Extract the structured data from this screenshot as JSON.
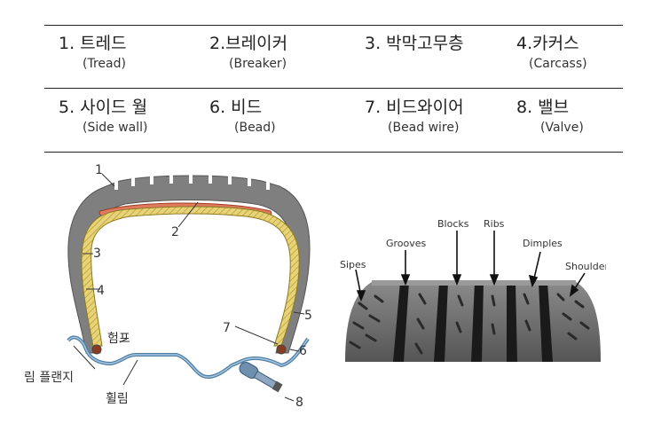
{
  "legend": [
    {
      "name": "1. 트레드",
      "en": "(Tread)"
    },
    {
      "name": "2.브레이커",
      "en": "(Breaker)"
    },
    {
      "name": "3. 박막고무층",
      "en": ""
    },
    {
      "name": "4.카커스",
      "en": "(Carcass)"
    },
    {
      "name": "5. 사이드 월",
      "en": "(Side wall)"
    },
    {
      "name": "6. 비드",
      "en": "(Bead)"
    },
    {
      "name": "7. 비드와이어",
      "en": "(Bead wire)"
    },
    {
      "name": "8. 밸브",
      "en": "(Valve)"
    }
  ],
  "cross_section": {
    "numbers": [
      "1",
      "2",
      "3",
      "4",
      "5",
      "6",
      "7",
      "8"
    ],
    "hump": "험프",
    "rim_flange": "림 플랜지",
    "wheel_rim": "휠림",
    "colors": {
      "tire": "#7f7f7f",
      "breaker": "#e07a5f",
      "carcass": "#e3cf6e",
      "rim": "#4f7fa6"
    }
  },
  "tread_pattern": {
    "labels": {
      "sipes": "Sipes",
      "grooves": "Grooves",
      "blocks": "Blocks",
      "ribs": "Ribs",
      "dimples": "Dimples",
      "shoulder": "Shoulder"
    }
  }
}
